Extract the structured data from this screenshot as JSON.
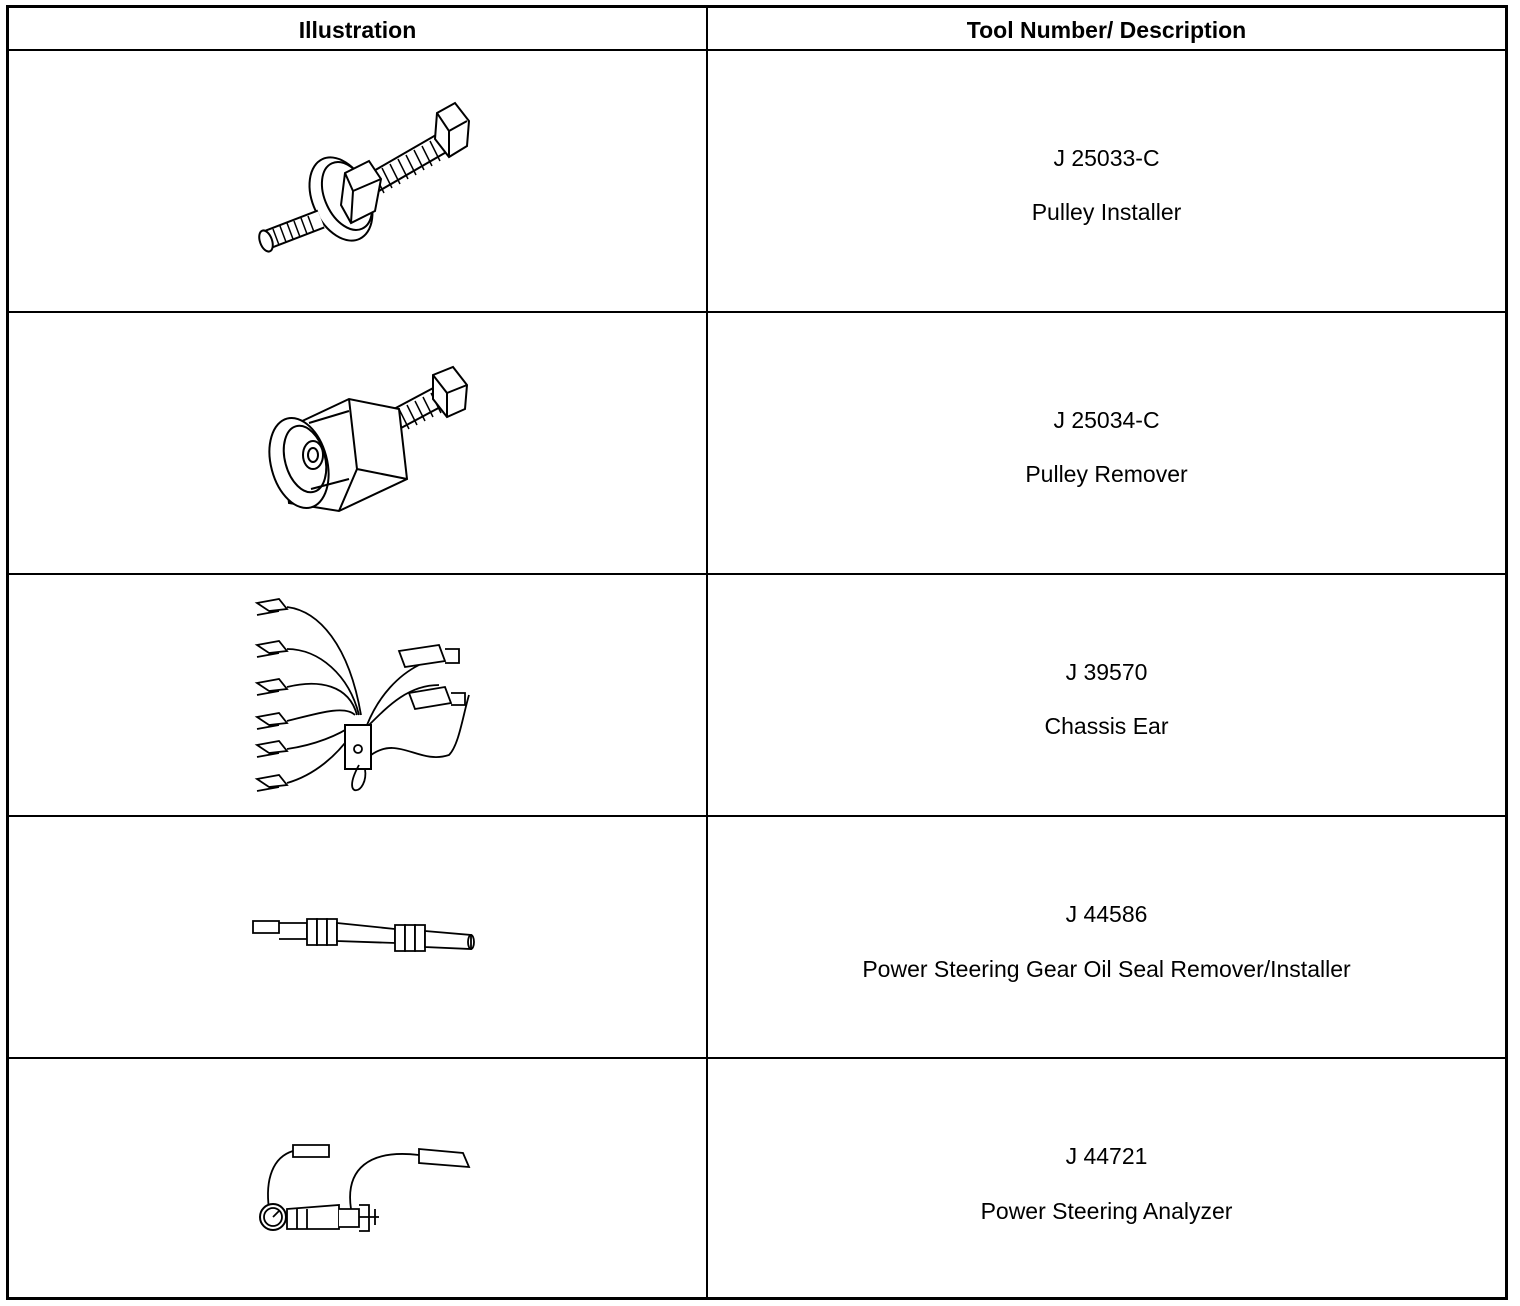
{
  "table": {
    "headers": {
      "illustration": "Illustration",
      "tool": "Tool Number/ Description"
    },
    "rows": [
      {
        "number": "J 25033-C",
        "description": "Pulley Installer",
        "illustration_icon": "pulley-installer-illustration"
      },
      {
        "number": "J 25034-C",
        "description": "Pulley Remover",
        "illustration_icon": "pulley-remover-illustration"
      },
      {
        "number": "J 39570",
        "description": "Chassis Ear",
        "illustration_icon": "chassis-ear-illustration"
      },
      {
        "number": "J 44586",
        "description": "Power Steering Gear Oil Seal Remover/Installer",
        "illustration_icon": "seal-remover-installer-illustration"
      },
      {
        "number": "J 44721",
        "description": "Power Steering Analyzer",
        "illustration_icon": "power-steering-analyzer-illustration"
      }
    ]
  }
}
